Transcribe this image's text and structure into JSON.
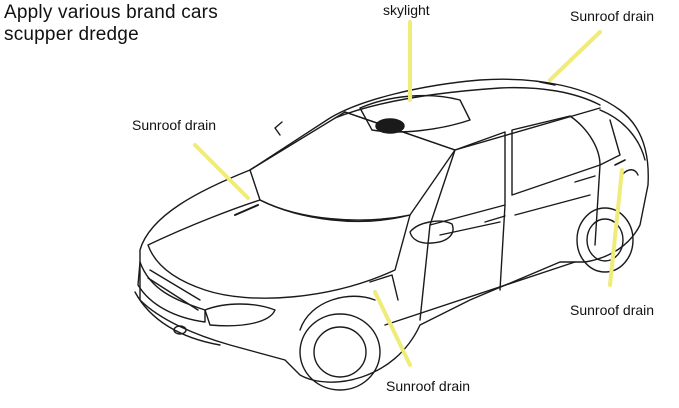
{
  "title": {
    "line1": "Apply various brand cars",
    "line2": "scupper dredge"
  },
  "labels": {
    "skylight": "skylight",
    "sunroof_drain_top_right": "Sunroof drain",
    "sunroof_drain_left": "Sunroof drain",
    "sunroof_drain_right": "Sunroof drain",
    "sunroof_drain_bottom": "Sunroof drain"
  },
  "colors": {
    "pointer": "#f0ec7a",
    "line_art": "#1a1a1a",
    "background": "#ffffff"
  }
}
